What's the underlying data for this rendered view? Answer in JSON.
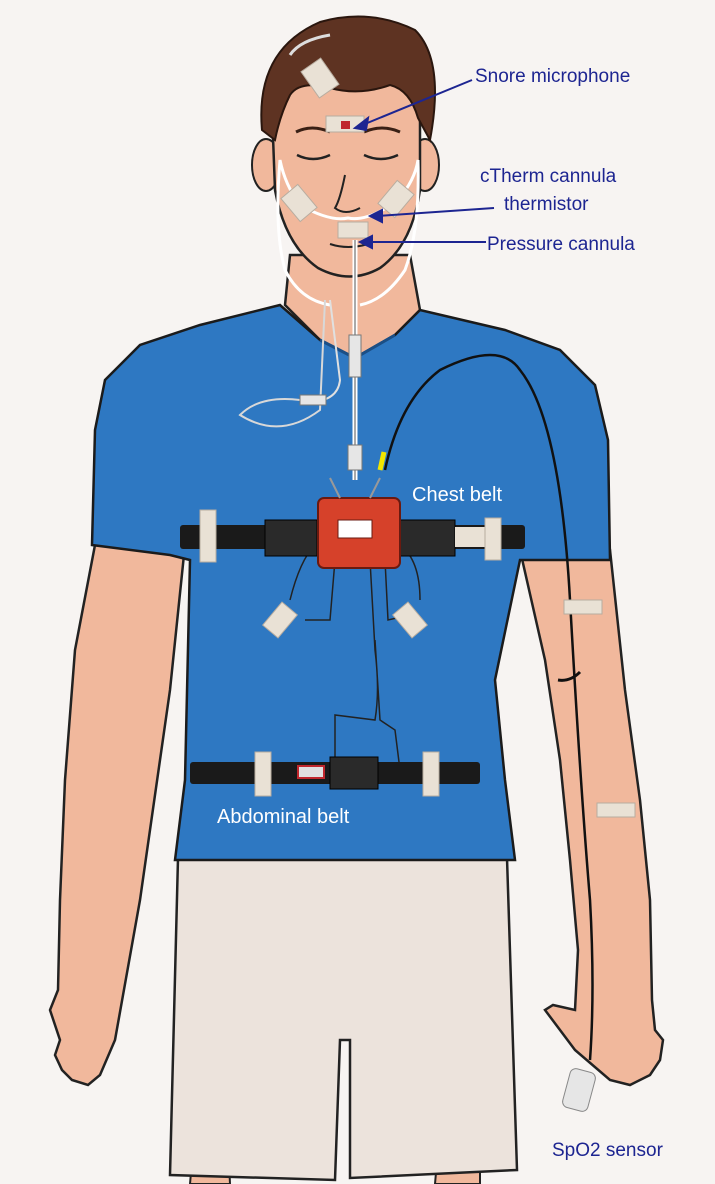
{
  "labels": {
    "snore_microphone": "Snore microphone",
    "ctherm_line1": "cTherm cannula",
    "ctherm_line2": "thermistor",
    "pressure_cannula": "Pressure cannula",
    "chest_belt": "Chest belt",
    "abdominal_belt": "Abdominal belt",
    "spo2_sensor": "SpO2 sensor"
  },
  "colors": {
    "background": "#f7f4f2",
    "skin": "#f1b89c",
    "shirt": "#2e78c2",
    "shorts": "#ece3dc",
    "hair": "#5e3322",
    "belt": "#1a1a1a",
    "recorder": "#d6412a",
    "label_blue": "#1d2591",
    "pointer_blue": "#1d2591"
  }
}
